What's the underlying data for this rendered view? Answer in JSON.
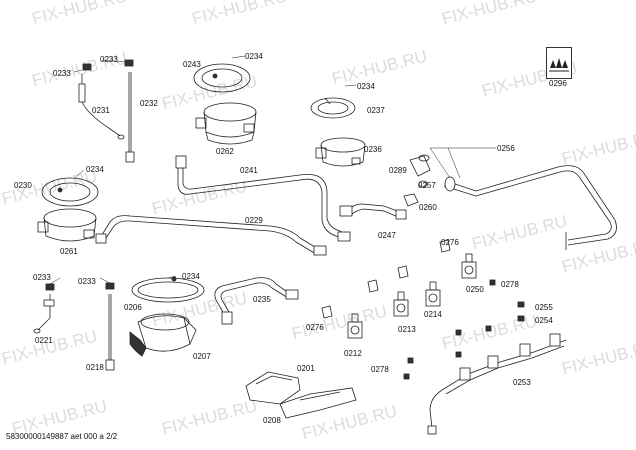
{
  "watermark": "FIX-HUB.RU",
  "footer": "58300000149887 aet 000 a 2/2",
  "labels": [
    "0233",
    "0233",
    "0231",
    "0232",
    "0243",
    "0234",
    "0262",
    "0234",
    "0237",
    "0236",
    "0230",
    "0234",
    "0261",
    "0241",
    "0229",
    "0289",
    "0257",
    "0256",
    "0260",
    "0247",
    "0276",
    "0296",
    "0233",
    "0233",
    "0234",
    "0221",
    "0206",
    "0218",
    "0207",
    "0235",
    "0276",
    "0212",
    "0213",
    "0214",
    "0250",
    "0278",
    "0255",
    "0254",
    "0201",
    "0278",
    "0253",
    "0208"
  ]
}
